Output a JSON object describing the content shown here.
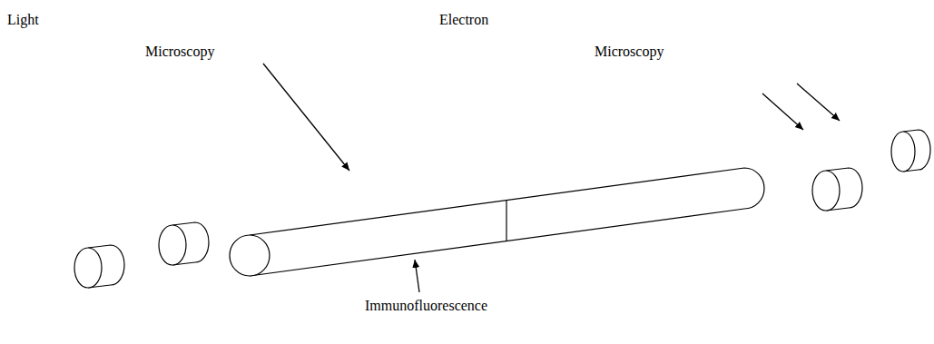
{
  "diagram": {
    "labels": [
      "Light",
      "Microscopy",
      "Electron",
      "Microscopy",
      "Immunofluorescence"
    ]
  }
}
